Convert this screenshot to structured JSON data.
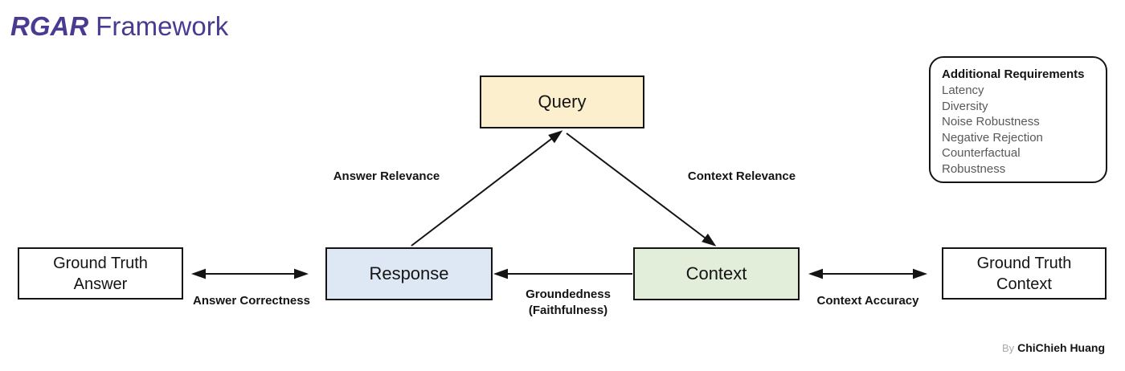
{
  "title": {
    "brand": "RGAR",
    "rest": "Framework",
    "color": "#4B3A92"
  },
  "nodes": {
    "query": {
      "label": "Query",
      "fill": "#FBEFCD",
      "border": "#141414"
    },
    "response": {
      "label": "Response",
      "fill": "#DEE8F4",
      "border": "#141414"
    },
    "context": {
      "label": "Context",
      "fill": "#E2EEDA",
      "border": "#141414"
    },
    "ground_truth_answer": {
      "line1": "Ground Truth",
      "line2": "Answer",
      "fill": "#FFFFFF",
      "border": "#141414"
    },
    "ground_truth_context": {
      "line1": "Ground Truth",
      "line2": "Context",
      "fill": "#FFFFFF",
      "border": "#141414"
    }
  },
  "edges": {
    "answer_relevance": {
      "label": "Answer Relevance",
      "from": "Response",
      "to": "Query",
      "bidirectional": false
    },
    "context_relevance": {
      "label": "Context Relevance",
      "from": "Query",
      "to": "Context",
      "bidirectional": false
    },
    "answer_correctness": {
      "label": "Answer Correctness",
      "from": "Ground Truth Answer",
      "to": "Response",
      "bidirectional": true
    },
    "groundedness": {
      "line1": "Groundedness",
      "line2": "(Faithfulness)",
      "from": "Context",
      "to": "Response",
      "bidirectional": false
    },
    "context_accuracy": {
      "label": "Context Accuracy",
      "from": "Context",
      "to": "Ground Truth Context",
      "bidirectional": true
    }
  },
  "additional_requirements": {
    "title": "Additional Requirements",
    "items": [
      "Latency",
      "Diversity",
      "Noise Robustness",
      "Negative Rejection",
      "Counterfactual Robustness"
    ],
    "item_color": "#58595B"
  },
  "credit": {
    "prefix": "By",
    "author": "ChiChieh Huang"
  }
}
